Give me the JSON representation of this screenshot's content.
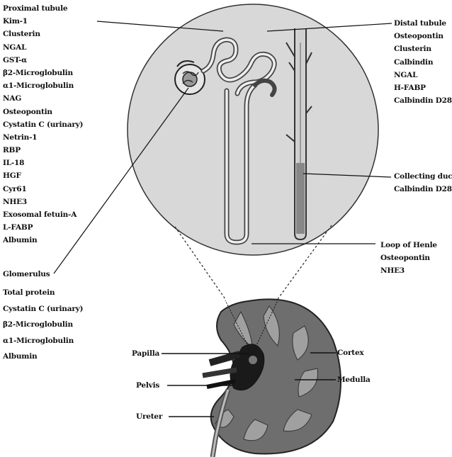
{
  "proximal_tubule": {
    "title": "Proximal tubule",
    "markers": [
      "Kim-1",
      "Clusterin",
      "NGAL",
      "GST-α",
      "β2-Microglobulin",
      "α1-Microglobulin",
      "NAG",
      "Osteopontin",
      "Cystatin C (urinary)",
      "Netrin-1",
      "RBP",
      "IL-18",
      "HGF",
      "Cyr61",
      "NHE3",
      "Exosomal fetuin-A",
      "L-FABP",
      "Albumin"
    ]
  },
  "glomerulus": {
    "title": "Glomerulus",
    "markers": [
      "Total protein",
      "Cystatin C (urinary)",
      "β2-Microglobulin",
      "α1-Microglobulin",
      "Albumin"
    ]
  },
  "distal_tubule": {
    "title": "Distal tubule",
    "markers": [
      "Osteopontin",
      "Clusterin",
      "Calbindin",
      "NGAL",
      "H-FABP",
      "Calbindin D28"
    ]
  },
  "collecting_duct": {
    "title": "Collecting duct",
    "markers": [
      "Calbindin D28"
    ]
  },
  "loop_of_henle": {
    "title": "Loop of Henle",
    "markers": [
      "Osteopontin",
      "NHE3"
    ]
  },
  "kidney_labels": {
    "papilla": "Papilla",
    "pelvis": "Pelvis",
    "ureter": "Ureter",
    "cortex": "Cortex",
    "medulla": "Medulla"
  }
}
